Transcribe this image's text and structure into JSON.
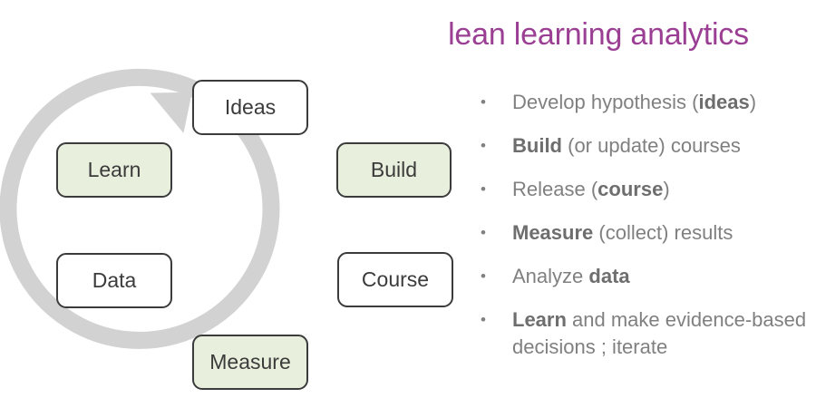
{
  "title": "lean learning analytics",
  "theme": {
    "title_color": "#9b3f94",
    "text_color": "#808080",
    "bold_text_color": "#6e6e6e",
    "node_border_color": "#3b3b3b",
    "node_fill_white": "#ffffff",
    "node_fill_green": "#e9efdd",
    "ring_color": "#d2d2d2",
    "background": "#ffffff"
  },
  "cycle": {
    "name": "lean-learning-analytics-cycle",
    "direction": "counter-clockwise",
    "arrow_target": "Ideas",
    "nodes": [
      {
        "id": "ideas",
        "label": "Ideas",
        "fill": "white",
        "position": "top"
      },
      {
        "id": "build",
        "label": "Build",
        "fill": "green",
        "position": "upper-right"
      },
      {
        "id": "course",
        "label": "Course",
        "fill": "white",
        "position": "lower-right"
      },
      {
        "id": "measure",
        "label": "Measure",
        "fill": "green",
        "position": "bottom"
      },
      {
        "id": "data",
        "label": "Data",
        "fill": "white",
        "position": "lower-left"
      },
      {
        "id": "learn",
        "label": "Learn",
        "fill": "green",
        "position": "upper-left"
      }
    ]
  },
  "bullets": {
    "marker": "•",
    "items": [
      {
        "id": "ideas",
        "parts": [
          {
            "t": "Develop hypothesis (",
            "b": false
          },
          {
            "t": "ideas",
            "b": true
          },
          {
            "t": ")",
            "b": false
          }
        ]
      },
      {
        "id": "build",
        "parts": [
          {
            "t": "Build",
            "b": true
          },
          {
            "t": " (or update) courses",
            "b": false
          }
        ]
      },
      {
        "id": "course",
        "parts": [
          {
            "t": "Release (",
            "b": false
          },
          {
            "t": "course",
            "b": true
          },
          {
            "t": ")",
            "b": false
          }
        ]
      },
      {
        "id": "measure",
        "parts": [
          {
            "t": "Measure",
            "b": true
          },
          {
            "t": " (collect) results",
            "b": false
          }
        ]
      },
      {
        "id": "data",
        "parts": [
          {
            "t": "Analyze ",
            "b": false
          },
          {
            "t": "data",
            "b": true
          }
        ]
      },
      {
        "id": "learn",
        "parts": [
          {
            "t": "Learn",
            "b": true
          },
          {
            "t": " and make evidence-based decisions ; iterate",
            "b": false
          }
        ]
      }
    ]
  }
}
